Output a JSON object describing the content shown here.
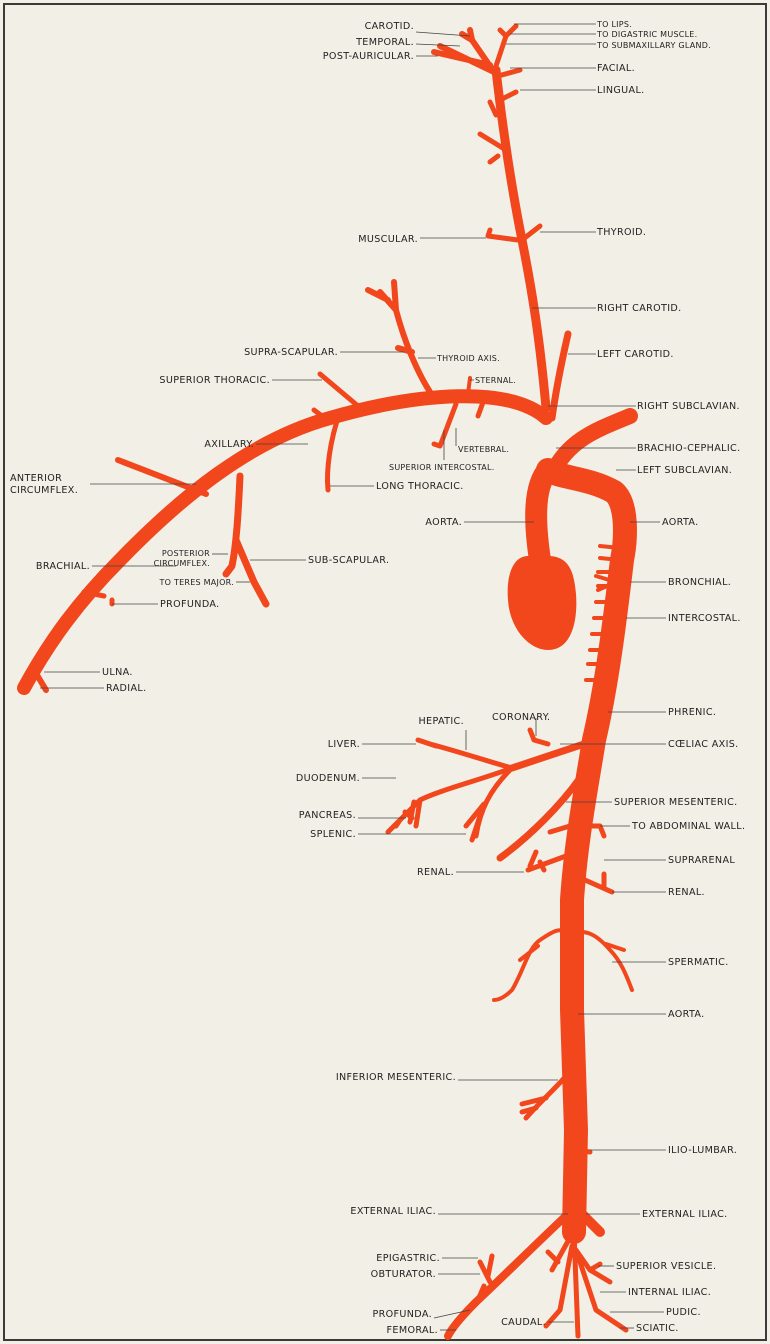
{
  "colors": {
    "artery": "#f2461c",
    "ink": "#222222",
    "paper": "#f1efe6"
  },
  "labels": {
    "carotid": "CAROTID.",
    "temporal": "TEMPORAL.",
    "post_auricular": "POST-AURICULAR.",
    "to_lips": "TO LIPS.",
    "to_digastric": "TO DIGASTRIC MUSCLE.",
    "to_submaxillary": "TO SUBMAXILLARY GLAND.",
    "facial": "FACIAL.",
    "lingual": "LINGUAL.",
    "muscular": "MUSCULAR.",
    "thyroid": "THYROID.",
    "right_carotid": "RIGHT CAROTID.",
    "supra_scapular": "SUPRA-SCAPULAR.",
    "thyroid_axis": "THYROID AXIS.",
    "left_carotid": "LEFT CAROTID.",
    "superior_thoracic": "SUPERIOR THORACIC.",
    "sternal": "STERNAL.",
    "right_subclavian": "RIGHT SUBCLAVIAN.",
    "axillary": "AXILLARY.",
    "vertebral": "VERTEBRAL.",
    "brachio_cephalic": "BRACHIO-CEPHALIC.",
    "superior_intercostal": "SUPERIOR INTERCOSTAL.",
    "left_subclavian": "LEFT SUBCLAVIAN.",
    "anterior": "ANTERIOR",
    "circumflex": "CIRCUMFLEX.",
    "long_thoracic": "LONG THORACIC.",
    "aorta_left": "AORTA.",
    "aorta_right": "AORTA.",
    "brachial": "BRACHIAL.",
    "posterior": "POSTERIOR",
    "posterior_circumflex": "CIRCUMFLEX.",
    "sub_scapular": "SUB-SCAPULAR.",
    "to_teres_major": "TO TERES MAJOR.",
    "profunda_arm": "PROFUNDA.",
    "bronchial": "BRONCHIAL.",
    "intercostal": "INTERCOSTAL.",
    "ulna": "ULNA.",
    "radial": "RADIAL.",
    "hepatic": "HEPATIC.",
    "coronary": "CORONARY.",
    "phrenic": "PHRENIC.",
    "liver": "LIVER.",
    "coeliac_axis": "CŒLIAC AXIS.",
    "duodenum": "DUODENUM.",
    "pancreas": "PANCREAS.",
    "superior_mesenteric": "SUPERIOR MESENTERIC.",
    "splenic": "SPLENIC.",
    "to_abdominal_wall": "TO ABDOMINAL WALL.",
    "suprarenal": "SUPRARENAL",
    "renal_left": "RENAL.",
    "renal_right": "RENAL.",
    "spermatic": "SPERMATIC.",
    "aorta_lower": "AORTA.",
    "inferior_mesenteric": "INFERIOR MESENTERIC.",
    "ilio_lumbar": "ILIO-LUMBAR.",
    "external_iliac_left": "EXTERNAL ILIAC.",
    "external_iliac_right": "EXTERNAL ILIAC.",
    "epigastric": "EPIGASTRIC.",
    "superior_vesicle": "SUPERIOR VESICLE.",
    "obturator": "OBTURATOR.",
    "internal_iliac": "INTERNAL ILIAC.",
    "profunda_leg": "PROFUNDA.",
    "pudic": "PUDIC.",
    "femoral": "FEMORAL.",
    "caudal": "CAUDAL.",
    "sciatic": "SCIATIC."
  }
}
